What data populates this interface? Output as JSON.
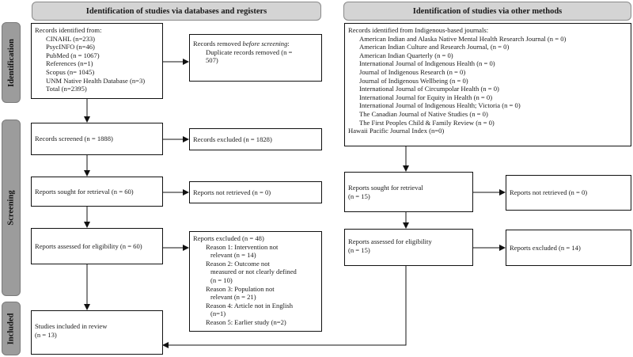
{
  "headers": {
    "left": "Identification of studies via databases and registers",
    "right": "Identification of studies via other methods"
  },
  "side_labels": {
    "identification": "Identification",
    "screening": "Screening",
    "included": "Included"
  },
  "left": {
    "records_identified": {
      "title": "Records identified from:",
      "items": [
        "CINAHL (n=233)",
        "PsycINFO (n=46)",
        "PubMed (n = 1067)",
        "References (n=1)",
        "Scopus (n= 1045)",
        "UNM Native Health Database (n=3)",
        "Total (n=2395)"
      ]
    },
    "records_removed": {
      "line1_pre": "Records removed ",
      "line1_em": "before screening",
      "line1_post": ":",
      "line2": "Duplicate records removed (n =",
      "line3": "507)"
    },
    "records_screened": "Records screened (n = 1888)",
    "records_excluded": "Records excluded (n = 1828)",
    "reports_sought": "Reports sought for retrieval (n = 60)",
    "reports_not_retrieved": "Reports not retrieved (n = 0)",
    "reports_assessed": "Reports assessed for eligibility (n = 60)",
    "reports_excluded": {
      "title": "Reports excluded (n = 48)",
      "lines": [
        "Reason 1: Intervention not",
        "relevant (n = 14)",
        "Reason 2: Outcome not",
        "measured or not clearly defined",
        "(n = 10)",
        "Reason 3: Population not",
        "relevant (n = 21)",
        "Reason 4: Article not in English",
        "(n=1)",
        "Reason 5: Earlier study (n=2)"
      ]
    },
    "included_line1": "Studies included in review",
    "included_line2": "(n = 13)"
  },
  "right": {
    "records_identified": {
      "title": "Records identified from Indigenous-based journals:",
      "items": [
        "American Indian and Alaska Native Mental Health Research Journal (n = 0)",
        "American Indian Culture and Research Journal, (n = 0)",
        "American Indian Quarterly (n = 0)",
        "International Journal of Indigenous Health (n = 0)",
        "Journal of Indigenous Research (n = 0)",
        "Journal of Indigenous Wellbeing (n = 0)",
        "International Journal of Circumpolar Health (n = 0)",
        "International Journal for Equity in Health (n = 0)",
        "International Journal of Indigenous Health; Victoria (n = 0)",
        "The Canadian Journal of Native Studies (n = 0)",
        "The First Peoples Child & Family Review (n = 0)"
      ],
      "last": "Hawaii Pacific Journal Index (n=0)"
    },
    "reports_sought_line1": "Reports sought for retrieval",
    "reports_sought_line2": "(n = 15)",
    "reports_not_retrieved": "Reports not retrieved (n = 0)",
    "reports_assessed_line1": "Reports assessed for eligibility",
    "reports_assessed_line2": "(n = 15)",
    "reports_excluded": "Reports excluded (n = 14)"
  }
}
